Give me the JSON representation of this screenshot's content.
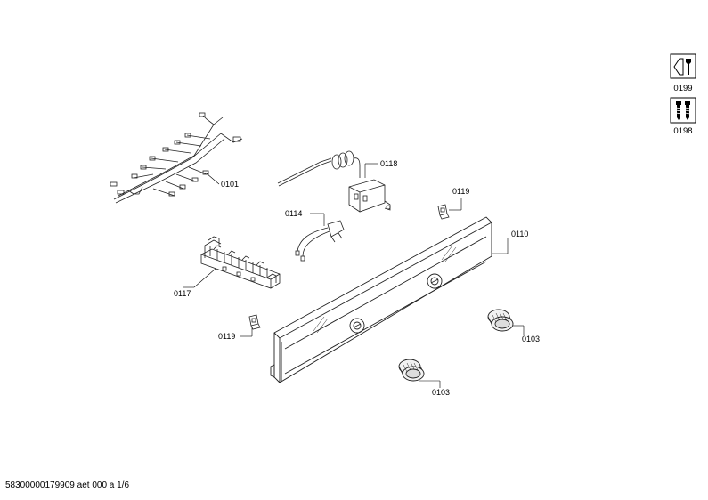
{
  "parts": {
    "p0101": "0101",
    "p0118": "0118",
    "p0114": "0114",
    "p0119_top": "0119",
    "p0110": "0110",
    "p0117": "0117",
    "p0119_bottom": "0119",
    "p0103_right": "0103",
    "p0103_bottom": "0103"
  },
  "sidebar": {
    "tools_label": "0199",
    "screws_label": "0198"
  },
  "footer": {
    "doc_id": "58300000179909 aet 000 a 1/6"
  }
}
